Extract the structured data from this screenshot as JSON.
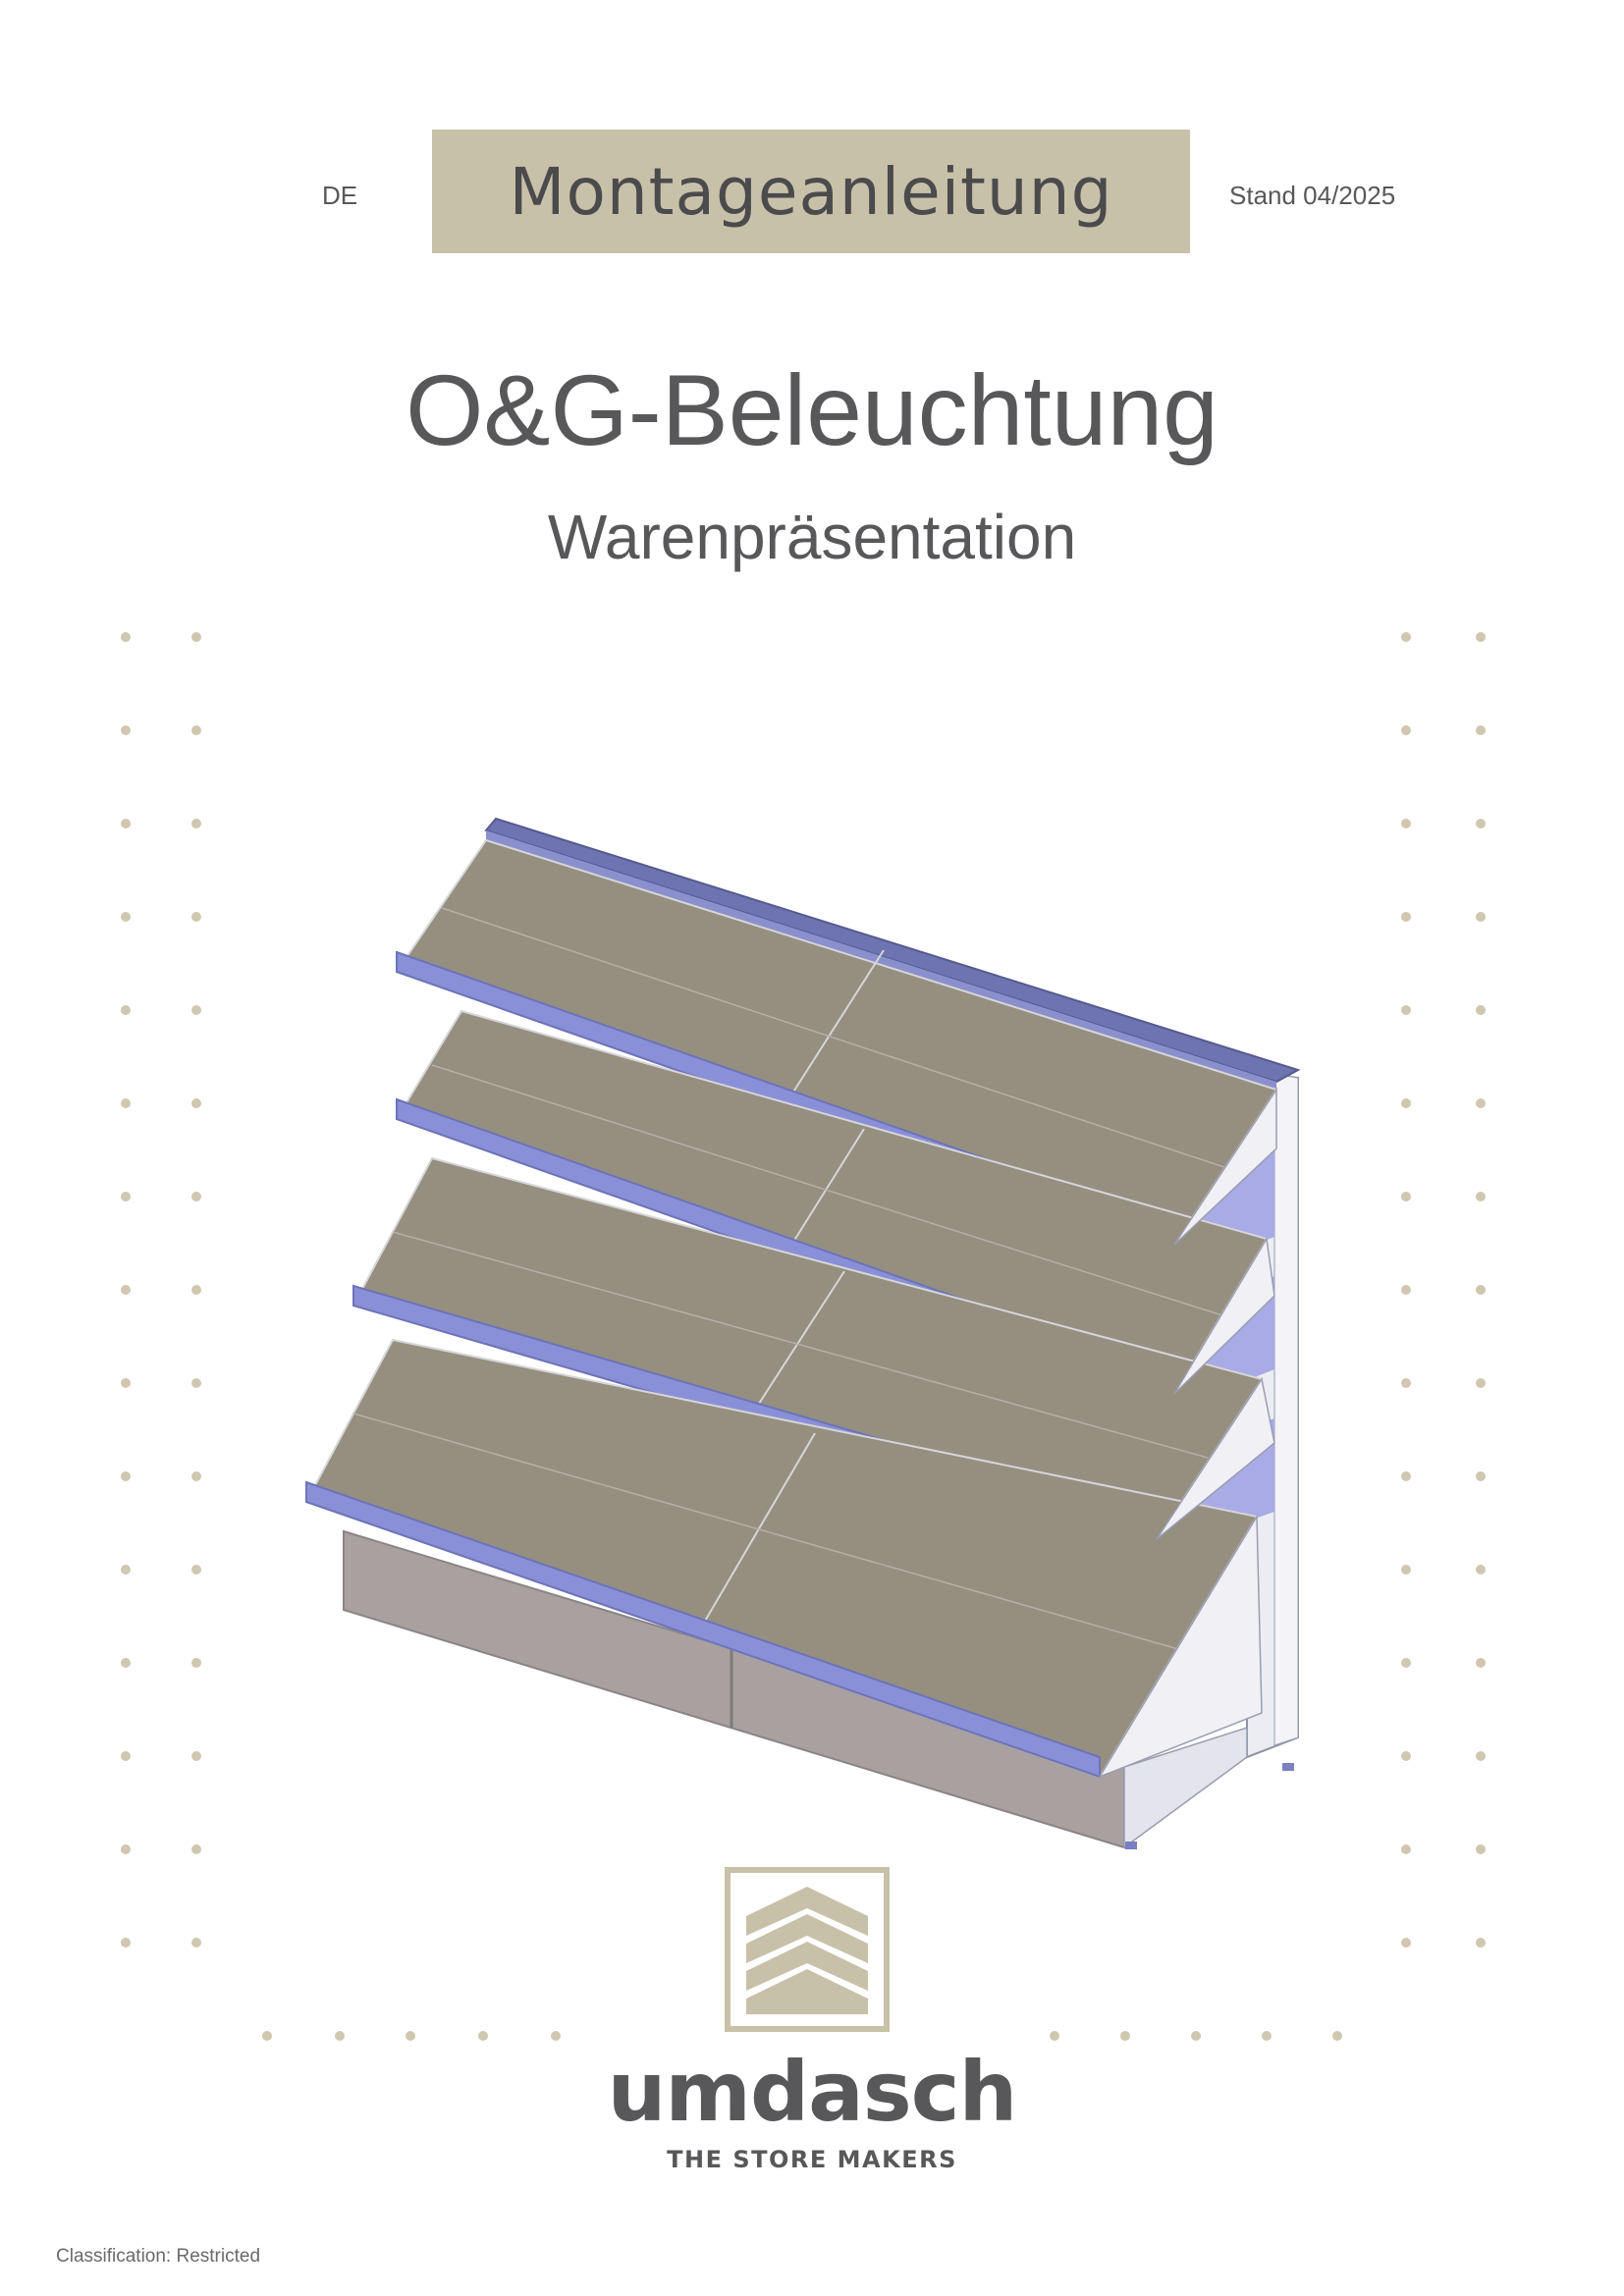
{
  "header": {
    "language": "DE",
    "doc_type": "Montageanleitung",
    "version": "Stand 04/2025"
  },
  "title": "O&G-Beleuchtung",
  "subtitle": "Warenpräsentation",
  "product_image": "shelf-unit-illustration",
  "brand": {
    "name": "umdasch",
    "tagline": "THE STORE MAKERS",
    "logo": "umdasch-stacked-roof-logo"
  },
  "footer": {
    "classification": "Classification: Restricted"
  },
  "colors": {
    "accent": "#c8c1a9",
    "text": "#58585a",
    "dots": "#d0c7b0",
    "shelf": "#948f80",
    "rail": "#7e86bd"
  }
}
